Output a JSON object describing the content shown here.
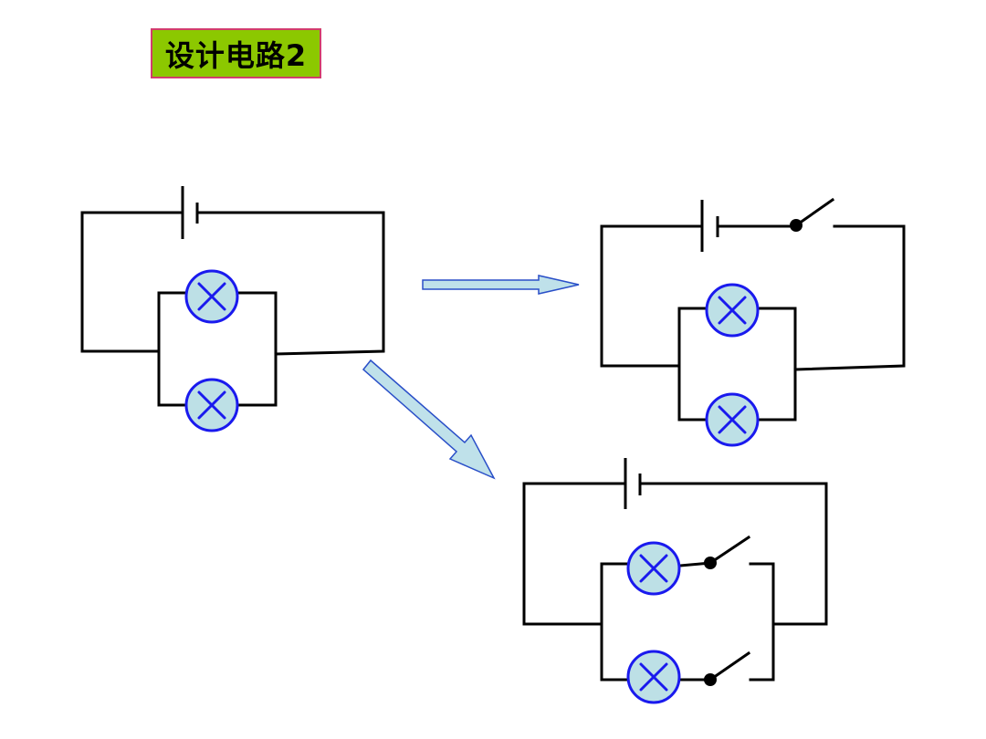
{
  "slide": {
    "title": "设计电路2"
  },
  "colors": {
    "title_background": "#8cc800",
    "title_border": "#d23c6e",
    "lamp_fill": "#bde0e6",
    "lamp_outline": "#1a1aee",
    "arrow_fill": "#bfe1ea",
    "arrow_outline": "#2a4fc8",
    "wire": "#000000"
  },
  "icons": {
    "lamp": "bulb-x-symbol",
    "battery": "cell-symbol",
    "switch": "open-switch-symbol",
    "arrow": "flow-arrow"
  },
  "circuits": [
    {
      "id": "original",
      "lamps": 2,
      "switches": 0,
      "layout": "lamps-in-parallel"
    },
    {
      "id": "main-switch",
      "lamps": 2,
      "switches": 1,
      "layout": "lamps-in-parallel-switch-in-main-line"
    },
    {
      "id": "branch-switches",
      "lamps": 2,
      "switches": 2,
      "layout": "lamps-in-parallel-switch-in-each-branch"
    }
  ]
}
